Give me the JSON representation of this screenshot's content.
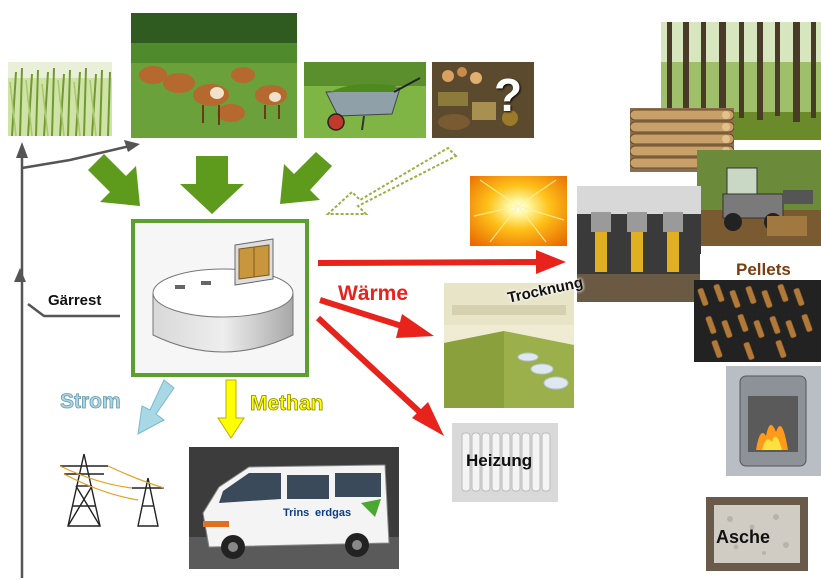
{
  "labels": {
    "gaerrest": "Gärrest",
    "waerme": "Wärme",
    "strom": "Strom",
    "methan": "Methan",
    "trocknung": "Trocknung",
    "pellets": "Pellets",
    "heizung": "Heizung",
    "asche": "Asche",
    "question": "?",
    "van_text": "Trins",
    "van_brand": "erdgas"
  },
  "colors": {
    "green_arrow": "#5e9a1c",
    "red_arrow": "#e8231c",
    "strom_blue": "#a8d8e6",
    "methan_yellow": "#ffff00",
    "feedback_line": "#555555",
    "digester_frame": "#5aa02c"
  },
  "icons": [
    "grass-photo",
    "cows-photo",
    "wheelbarrow-photo",
    "waste-photo",
    "sun-photo",
    "forest-photo",
    "logs-photo",
    "wood-chipper-photo",
    "pellet-mill-photo",
    "pellets-photo",
    "boiler-photo",
    "ash-photo",
    "hay-drying-photo",
    "radiator-photo",
    "power-pylon-icon",
    "gas-van-photo",
    "digester-diagram"
  ]
}
